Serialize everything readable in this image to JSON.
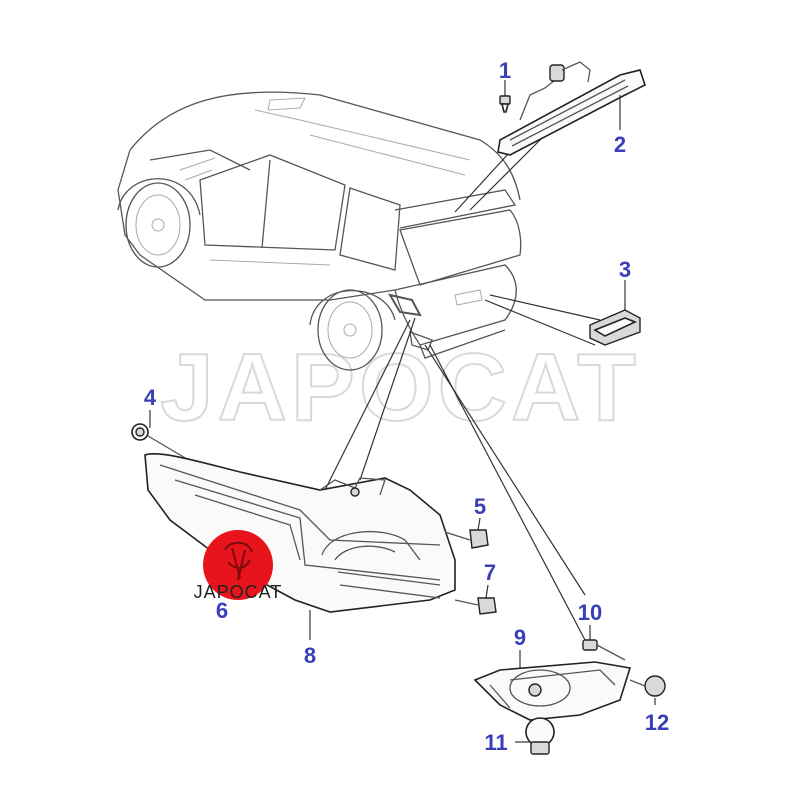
{
  "watermark": "JAPOCAT",
  "logo_text": "JAPOCAT",
  "colors": {
    "callout": "#3a3fb8",
    "logo_red": "#e8141b",
    "lines": "#333333"
  },
  "callouts": [
    "1",
    "2",
    "3",
    "4",
    "5",
    "6",
    "7",
    "8",
    "9",
    "10",
    "11",
    "12"
  ]
}
